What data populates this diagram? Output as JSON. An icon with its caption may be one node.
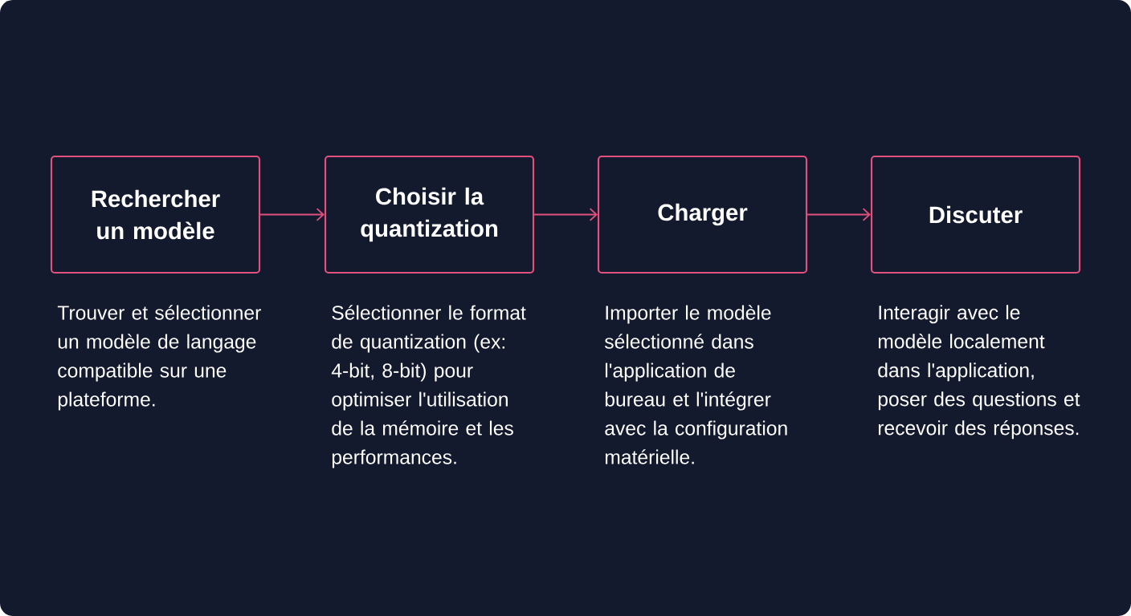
{
  "diagram": {
    "nodes": [
      {
        "text": [
          "Rechercher un modèle"
        ],
        "beside": [
          "Trouver et sélectionner un modèle de langage compatible sur une plateforme."
        ]
      },
      {
        "text": [
          "Choisir la quantization"
        ],
        "beside": [
          "Sélectionner le format de quantization (ex: 4-bit, 8-bit) pour optimiser l'utilisation de la mémoire et les performances."
        ]
      },
      {
        "text": [
          "Charger"
        ],
        "beside": [
          "Importer le modèle sélectionné dans l'application de bureau et l'intégrer avec la configuration matérielle."
        ]
      },
      {
        "text": [
          "Discuter"
        ],
        "beside": [
          "Interagir avec le modèle localement dans l'application, poser des questions et recevoir des réponses."
        ]
      }
    ],
    "edges": [
      {
        "from": 0,
        "to": 1,
        "arrow": "to"
      },
      {
        "from": 1,
        "to": 2,
        "arrow": "to"
      },
      {
        "from": 2,
        "to": 3,
        "arrow": "to"
      }
    ]
  }
}
